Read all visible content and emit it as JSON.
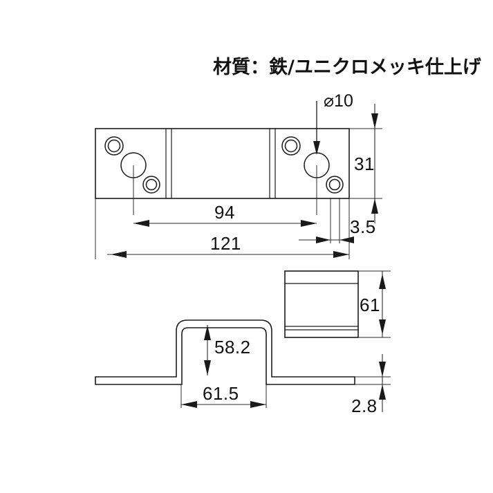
{
  "drawing": {
    "title_note": "材質：鉄/ユニクロメッキ仕上げ",
    "diameter_label": "⌀10",
    "background_color": "#ffffff",
    "line_color": "#1a1a1a",
    "dimension_color": "#2b2b2b",
    "views": {
      "top_view": {
        "name": "top-view",
        "dimensions": {
          "overall_length": "121",
          "hole_spacing": "94",
          "height": "31",
          "edge_offset": "3.5"
        }
      },
      "front_view": {
        "name": "front-view",
        "dimensions": {
          "height": "61"
        }
      },
      "side_view": {
        "name": "side-view",
        "dimensions": {
          "raised_height": "58.2",
          "raised_width": "61.5",
          "material_thickness": "2.8"
        }
      }
    },
    "dimension_values": {
      "d_121": "121",
      "d_94": "94",
      "d_31": "31",
      "d_35": "3.5",
      "d_61": "61",
      "d_582": "58.2",
      "d_615": "61.5",
      "d_28": "2.8",
      "d_dia10": "⌀10"
    }
  }
}
